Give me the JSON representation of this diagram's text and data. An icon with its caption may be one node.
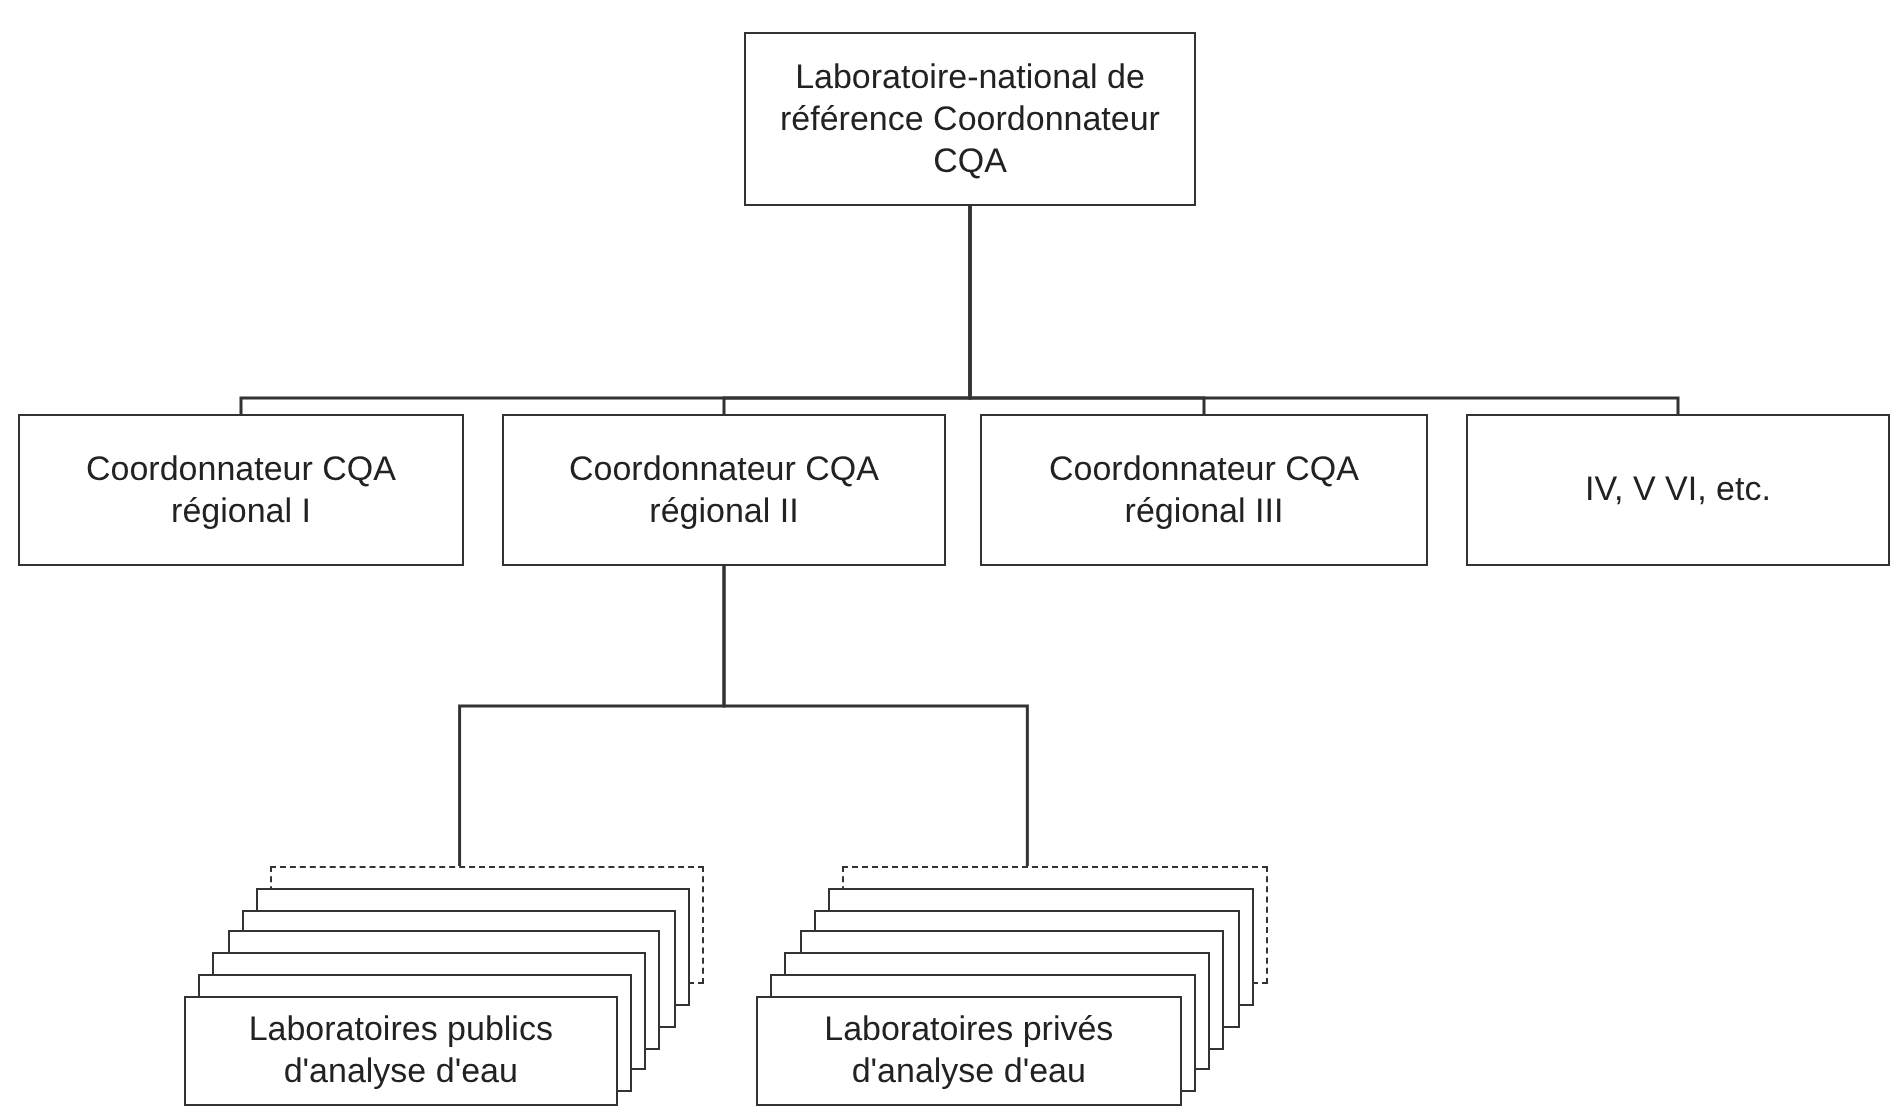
{
  "diagram": {
    "nodes": [
      {
        "text": [
          "Laboratoire-national de référence Coordonnateur CQA"
        ]
      },
      {
        "text": [
          "Coordonnateur CQA régional I"
        ]
      },
      {
        "text": [
          "Coordonnateur CQA régional II"
        ]
      },
      {
        "text": [
          "Coordonnateur CQA régional III"
        ]
      },
      {
        "text": [
          "IV, V VI, etc."
        ]
      },
      {
        "text": [
          "Laboratoires publics d'analyse d'eau"
        ]
      },
      {
        "text": [
          "Laboratoires privés d'analyse d'eau"
        ]
      }
    ],
    "edges": [
      {
        "from": 0,
        "to": 1,
        "arrow": "none"
      },
      {
        "from": 0,
        "to": 2,
        "arrow": "none"
      },
      {
        "from": 0,
        "to": 3,
        "arrow": "none"
      },
      {
        "from": 0,
        "to": 4,
        "arrow": "none"
      },
      {
        "from": 2,
        "to": 5,
        "arrow": "none"
      },
      {
        "from": 2,
        "to": 6,
        "arrow": "none"
      }
    ]
  }
}
